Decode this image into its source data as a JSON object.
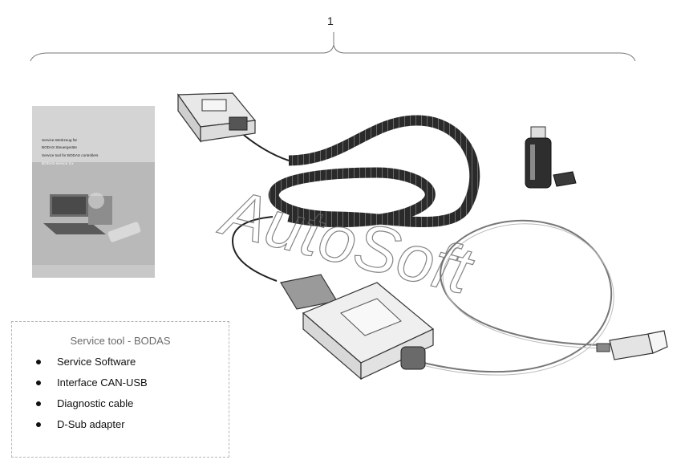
{
  "callout_number": "1",
  "watermark_text": "AutoSoft",
  "manual": {
    "lines": [
      "Service-Werkzeug für",
      "BODAS Steuergeräte",
      "Service tool for BODAS controllers",
      "BODAS-service 3.x"
    ]
  },
  "legend": {
    "title": "Service tool - BODAS",
    "items": [
      "Service Software",
      "Interface CAN-USB",
      "Diagnostic cable",
      "D-Sub adapter"
    ]
  },
  "icons": {
    "manual": "software-manual-icon",
    "dsub_adapter": "dsub-adapter-icon",
    "coiled_cable": "coiled-cable-icon",
    "interface": "can-usb-interface-icon",
    "usb_plug": "usb-plug-icon",
    "usb_stick": "usb-stick-icon"
  }
}
